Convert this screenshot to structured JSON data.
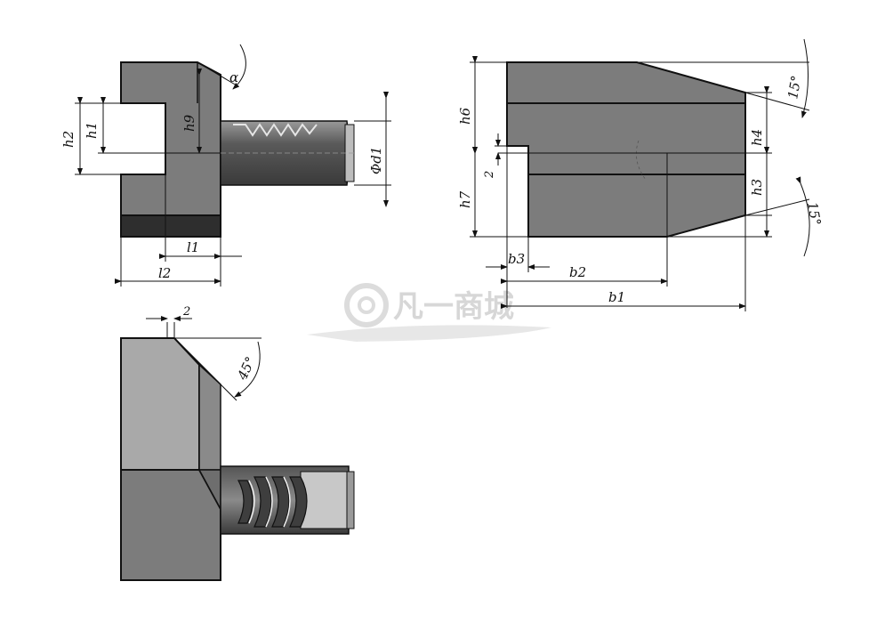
{
  "drawing": {
    "part": "VDI tool holder",
    "colors": {
      "body": "#7c7c7c",
      "body_light": "#a9a9a9",
      "body_dark": "#2e2e2e",
      "line": "#111111"
    },
    "labels": {
      "h1": "h1",
      "h2": "h2",
      "h3": "h3",
      "h4": "h4",
      "h6": "h6",
      "h7": "h7",
      "h9": "h9",
      "l1": "l1",
      "l2": "l2",
      "b1": "b1",
      "b2": "b2",
      "b3": "b3",
      "d1": "Φd1",
      "alpha": "α",
      "angle_15_top": "15°",
      "angle_15_bottom": "15°",
      "angle_45": "45°",
      "dim_2_right": "2",
      "dim_2_bottom": "2"
    },
    "watermark": "凡一商城"
  }
}
